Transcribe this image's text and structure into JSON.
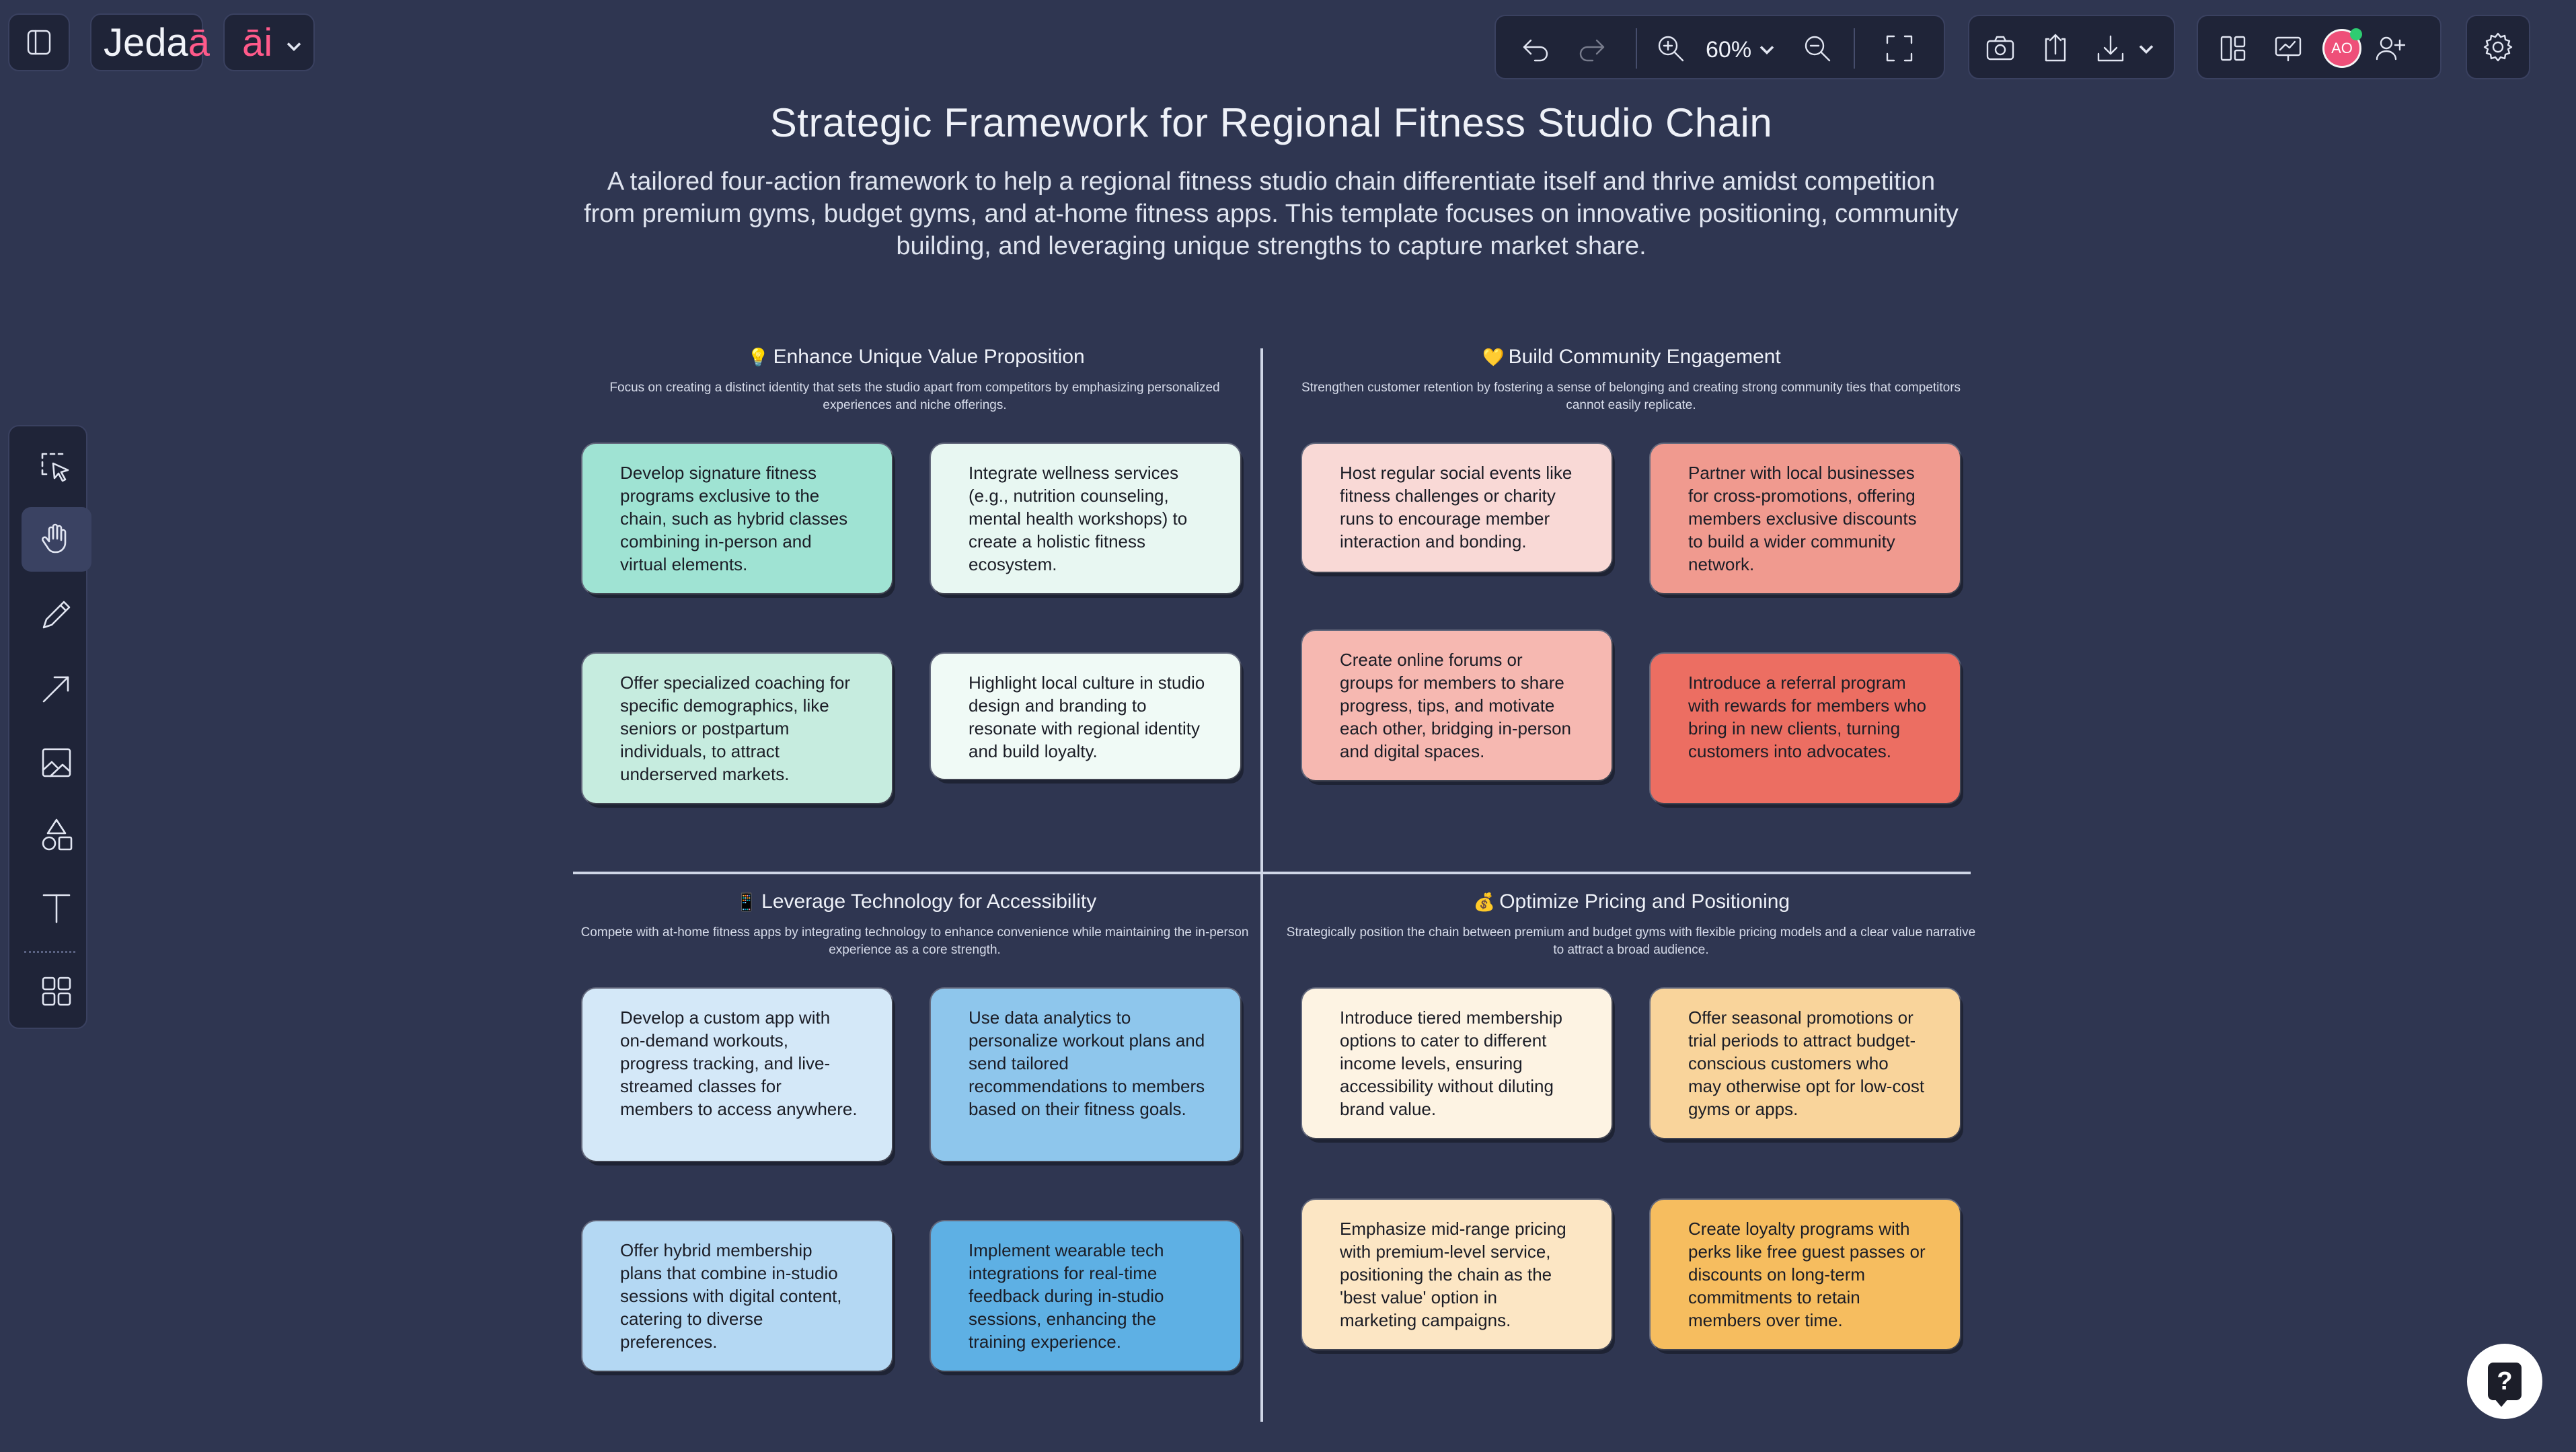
{
  "app": {
    "logo_text": "Jeda",
    "logo_accent": "ā",
    "ai_label": "āi"
  },
  "toolbar": {
    "zoom_label": "60%",
    "avatar_initials": "AO"
  },
  "canvas": {
    "title": "Strategic Framework for Regional Fitness Studio Chain",
    "subtitle": "A tailored four-action framework to help a regional fitness studio chain differentiate itself and thrive amidst competition from premium gyms, budget gyms, and at-home fitness apps. This template focuses on innovative positioning, community building, and leveraging unique strengths to capture market share."
  },
  "quadrants": [
    {
      "icon": "lightbulb-icon",
      "icon_glyph": "💡",
      "title": "Enhance Unique Value Proposition",
      "desc": "Focus on creating a distinct identity that sets the studio apart from competitors by emphasizing personalized experiences and niche offerings.",
      "cards": [
        {
          "text": "Develop signature fitness programs exclusive to the chain, such as hybrid classes combining in-person and virtual elements.",
          "color": "#9fe3d3"
        },
        {
          "text": "Integrate wellness services (e.g., nutrition counseling, mental health workshops) to create a holistic fitness ecosystem.",
          "color": "#e8f7f2"
        },
        {
          "text": "Offer specialized coaching for specific demographics, like seniors or postpartum individuals, to attract underserved markets.",
          "color": "#c6ecdf"
        },
        {
          "text": "Highlight local culture in studio design and branding to resonate with regional identity and build loyalty.",
          "color": "#f0faf6"
        }
      ]
    },
    {
      "icon": "heart-icon",
      "icon_glyph": "💛",
      "title": "Build Community Engagement",
      "desc": "Strengthen customer retention by fostering a sense of belonging and creating strong community ties that competitors cannot easily replicate.",
      "cards": [
        {
          "text": "Host regular social events like fitness challenges or charity runs to encourage member interaction and bonding.",
          "color": "#f9d9d6"
        },
        {
          "text": "Partner with local businesses for cross-promotions, offering members exclusive discounts to build a wider community network.",
          "color": "#f09a8f"
        },
        {
          "text": "Create online forums or groups for members to share progress, tips, and motivate each other, bridging in-person and digital spaces.",
          "color": "#f6b8b1"
        },
        {
          "text": "Introduce a referral program with rewards for members who bring in new clients, turning customers into advocates.",
          "color": "#ec6e62"
        }
      ]
    },
    {
      "icon": "phone-icon",
      "icon_glyph": "📱",
      "title": "Leverage Technology for Accessibility",
      "desc": "Compete with at-home fitness apps by integrating technology to enhance convenience while maintaining the in-person experience as a core strength.",
      "cards": [
        {
          "text": "Develop a custom app with on-demand workouts, progress tracking, and live-streamed classes for members to access anywhere.",
          "color": "#d4e8f8"
        },
        {
          "text": "Use data analytics to personalize workout plans and send tailored recommendations to members based on their fitness goals.",
          "color": "#8ec6ec"
        },
        {
          "text": "Offer hybrid membership plans that combine in-studio sessions with digital content, catering to diverse preferences.",
          "color": "#b4d8f3"
        },
        {
          "text": "Implement wearable tech integrations for real-time feedback during in-studio sessions, enhancing the training experience.",
          "color": "#5eb0e4"
        }
      ]
    },
    {
      "icon": "money-bag-icon",
      "icon_glyph": "💰",
      "title": "Optimize Pricing and Positioning",
      "desc": "Strategically position the chain between premium and budget gyms with flexible pricing models and a clear value narrative to attract a broad audience.",
      "cards": [
        {
          "text": "Introduce tiered membership options to cater to different income levels, ensuring accessibility without diluting brand value.",
          "color": "#fdf3e3"
        },
        {
          "text": "Offer seasonal promotions or trial periods to attract budget-conscious customers who may otherwise opt for low-cost gyms or apps.",
          "color": "#f9d49b"
        },
        {
          "text": "Emphasize mid-range pricing with premium-level service, positioning the chain as the 'best value' option in marketing campaigns.",
          "color": "#fce6c4"
        },
        {
          "text": "Create loyalty programs with perks like free guest passes or discounts on long-term commitments to retain members over time.",
          "color": "#f6bd5f"
        }
      ]
    }
  ],
  "help": {
    "glyph": "?"
  }
}
